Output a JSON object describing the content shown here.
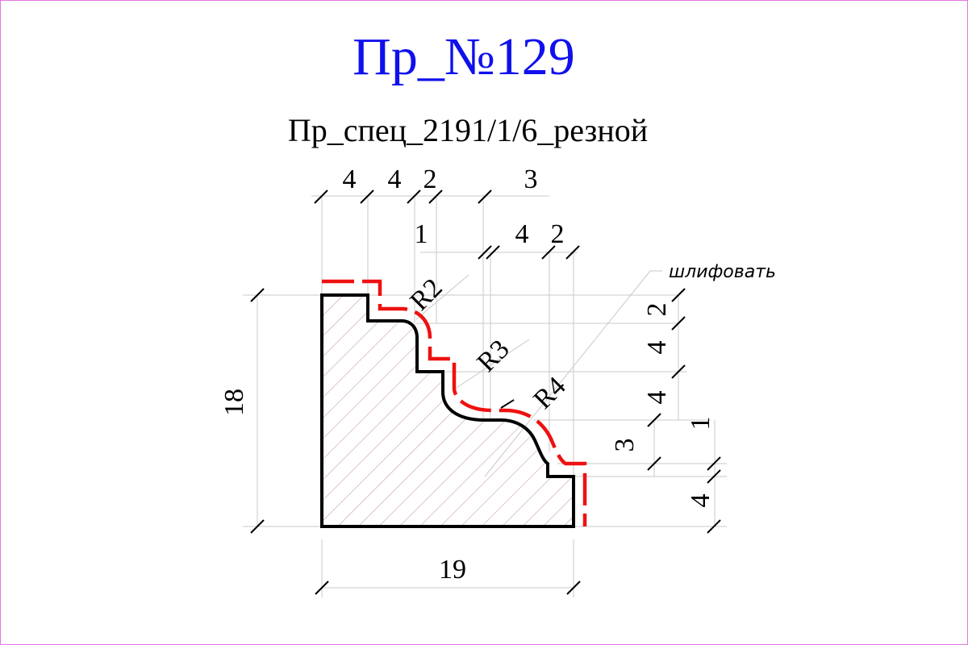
{
  "title": "Пр_№129",
  "subtitle": "Пр_спец_2191/1/6_резной",
  "note": "шлифовать",
  "colors": {
    "title": "#1010ee",
    "frame": "#e079e0",
    "profile": "#000000",
    "sanding_line": "#ee1111",
    "hatch": "#c9a0a0",
    "extension_lines": "#c8c8c8"
  },
  "dimensions": {
    "top_row": [
      "4",
      "4",
      "2",
      "3"
    ],
    "second_row": [
      "1",
      "4",
      "2"
    ],
    "radii": [
      "R2",
      "R3",
      "R4"
    ],
    "right_upper": [
      "2",
      "4",
      "4"
    ],
    "right_lower": [
      "1",
      "3",
      "4"
    ],
    "height": "18",
    "width": "19"
  }
}
